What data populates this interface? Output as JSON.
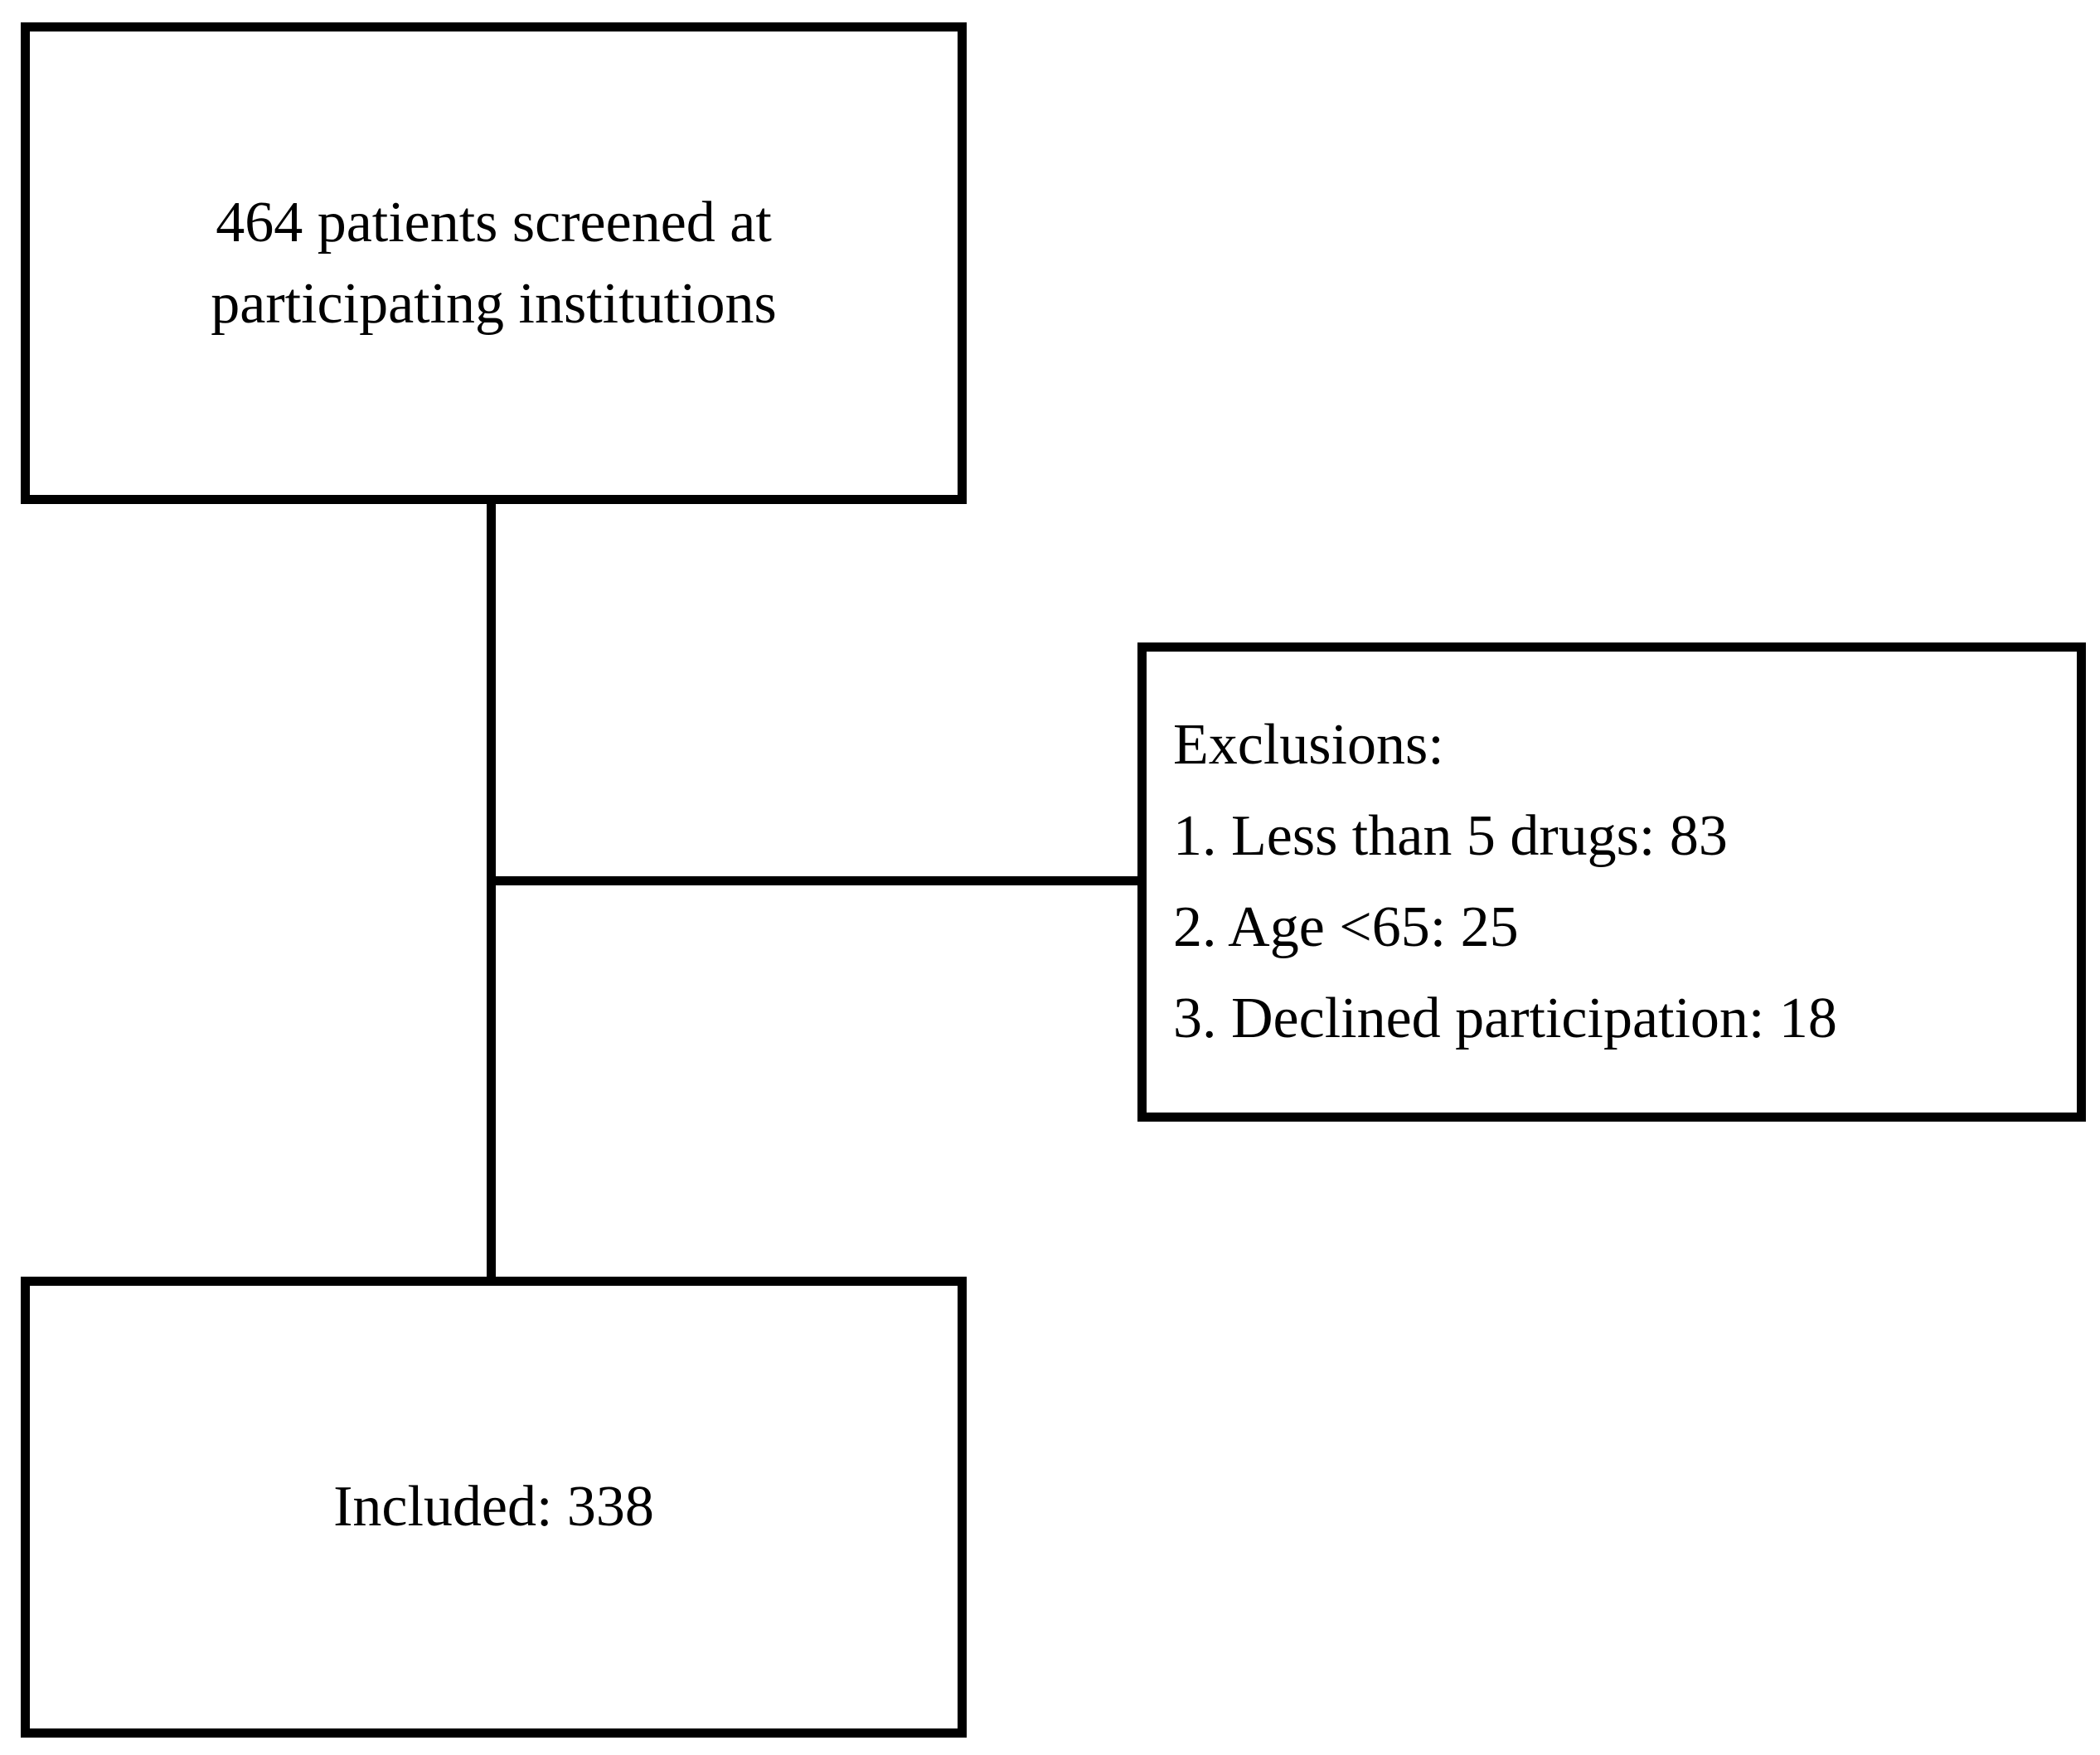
{
  "diagram": {
    "colors": {
      "line": "#000000",
      "background": "#ffffff",
      "text": "#000000"
    },
    "screened_box": {
      "line1": "464 patients screened at",
      "line2": "participating institutions"
    },
    "exclusions_box": {
      "title": "Exclusions:",
      "items": [
        "1. Less than 5 drugs: 83",
        "2. Age <65: 25",
        "3. Declined participation: 18"
      ]
    },
    "included_box": {
      "label": "Included: 338"
    }
  }
}
